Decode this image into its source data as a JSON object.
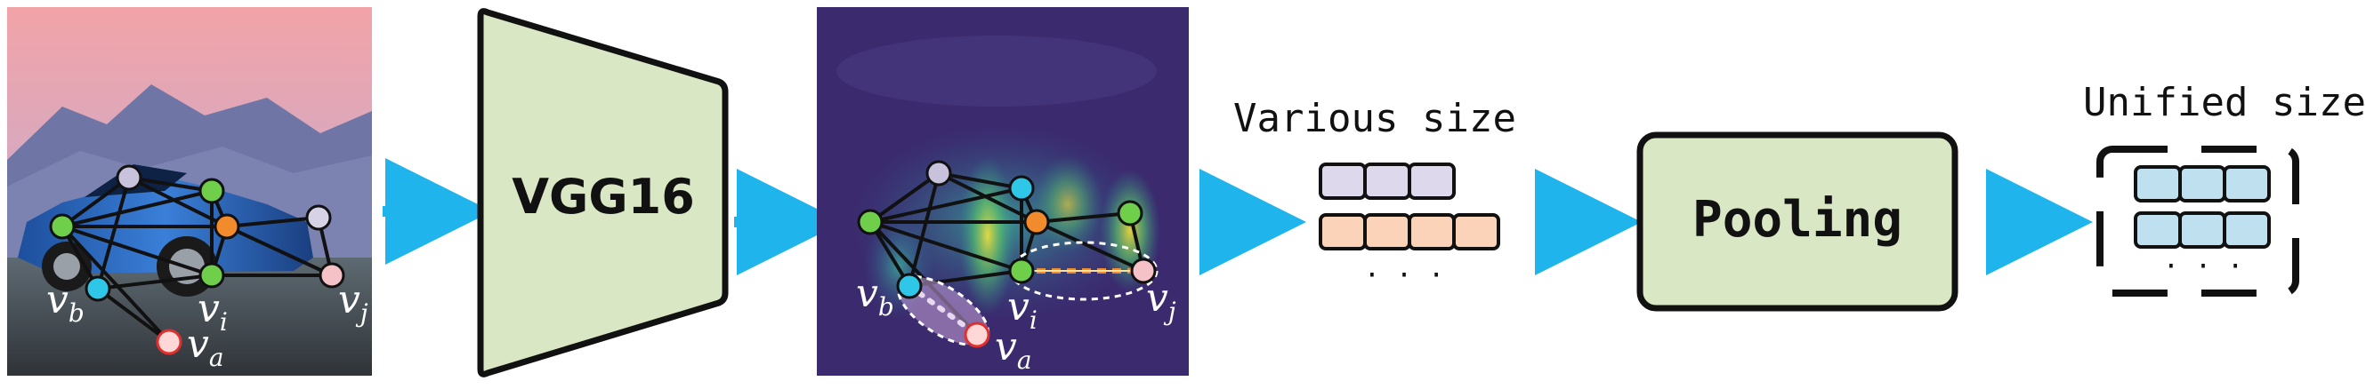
{
  "encoder": {
    "label": "VGG16"
  },
  "feature_caption": {
    "label": "Various size"
  },
  "pooling": {
    "label": "Pooling"
  },
  "pooled_caption": {
    "label": "Unified size"
  },
  "ellipsis": "· · ·",
  "nodes": {
    "va": "v",
    "va_sub": "a",
    "vb": "v",
    "vb_sub": "b",
    "vi": "v",
    "vi_sub": "i",
    "vj": "v",
    "vj_sub": "j"
  },
  "colors": {
    "arrow": "#1fb4ec",
    "block_fill": "#d9e7c5",
    "block_stroke": "#111111",
    "feat_purple": "#ddd8ec",
    "feat_orange": "#fbd3b9",
    "feat_blue": "#bfe0ee",
    "node_purple": "#c9c2dc",
    "node_green": "#6fcf4a",
    "node_cyan": "#2ec7e8",
    "node_orange": "#f28b2c",
    "node_pink": "#f5c2c8",
    "node_red_fill": "#ffd7d7",
    "node_red_stroke": "#e0302e"
  }
}
